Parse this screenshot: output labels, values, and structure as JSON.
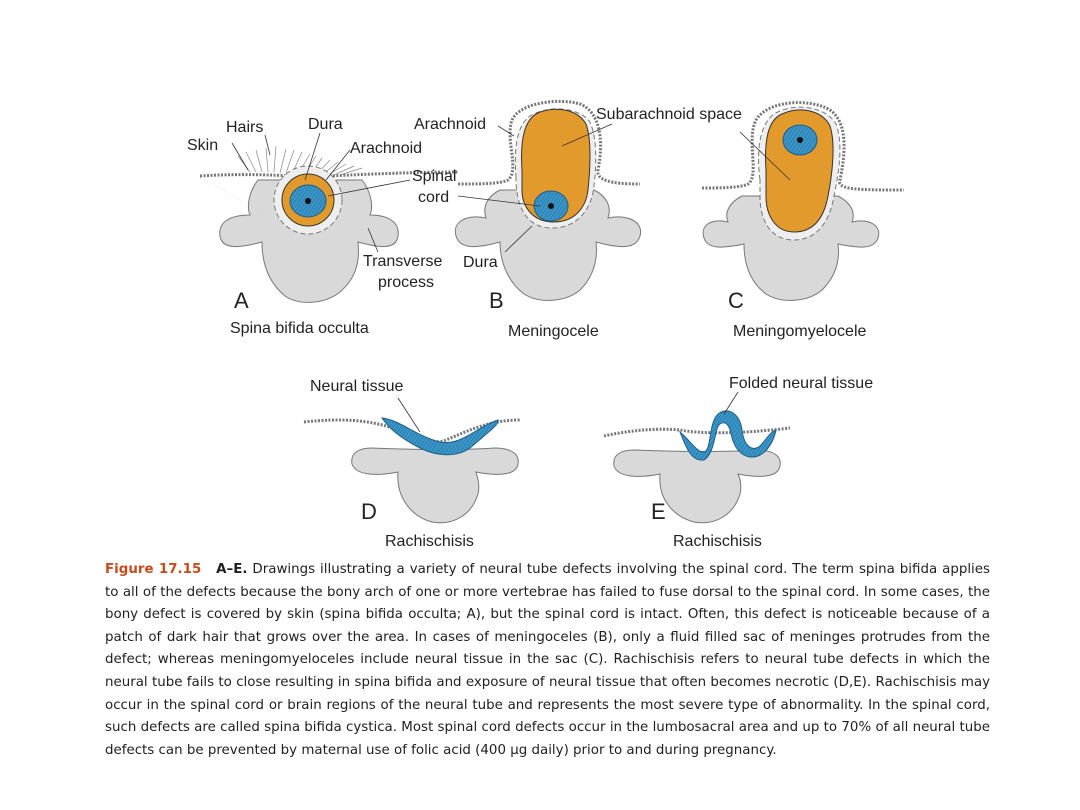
{
  "labels": {
    "skin": "Skin",
    "hairs": "Hairs",
    "dura_a": "Dura",
    "arachnoid_a": "Arachnoid",
    "arachnoid_b": "Arachnoid",
    "spinal_cord_1": "Spinal",
    "spinal_cord_2": "cord",
    "transverse_1": "Transverse",
    "transverse_2": "process",
    "dura_b": "Dura",
    "subarachnoid": "Subarachnoid space",
    "neural_tissue": "Neural tissue",
    "folded_neural_tissue": "Folded neural tissue"
  },
  "panels": [
    {
      "letter": "A",
      "title": "Spina bifida occulta"
    },
    {
      "letter": "B",
      "title": "Meningocele"
    },
    {
      "letter": "C",
      "title": "Meningomyelocele"
    },
    {
      "letter": "D",
      "title": "Rachischisis"
    },
    {
      "letter": "E",
      "title": "Rachischisis"
    }
  ],
  "caption": {
    "figure_label": "Figure 17.15",
    "range": "A–E.",
    "text": "Drawings illustrating a variety of neural tube defects involving the spinal cord. The term spina bifida applies to all of the defects because the bony arch of one or more vertebrae has failed to fuse dorsal to the spinal cord. In some cases, the bony defect is covered by skin (spina bifida occulta; A), but the spinal cord is intact. Often, this defect is noticeable because of a patch of dark hair that grows over the area. In cases of meningoceles (B), only a fluid filled sac of meninges protrudes from the defect; whereas meningomyeloceles include neural tissue in the sac (C). Rachischisis refers to neural tube defects in which the neural tube fails to close resulting in spina bifida and exposure of neural tissue that often becomes necrotic (D,E). Rachischisis may occur in the spinal cord or brain regions of the neural tube and represents the most severe type of abnormality. In the spinal cord, such defects are called spina bifida cystica. Most spinal cord defects occur in the lumbosacral area and up to 70% of all neural tube defects can be prevented by maternal use of folic acid (400 µg daily) prior to and during pregnancy."
  },
  "colors": {
    "bone": "#d8d8d8",
    "meninges": "#e39a2c",
    "neural": "#3a96c8",
    "skin": "#7a7a7a"
  }
}
